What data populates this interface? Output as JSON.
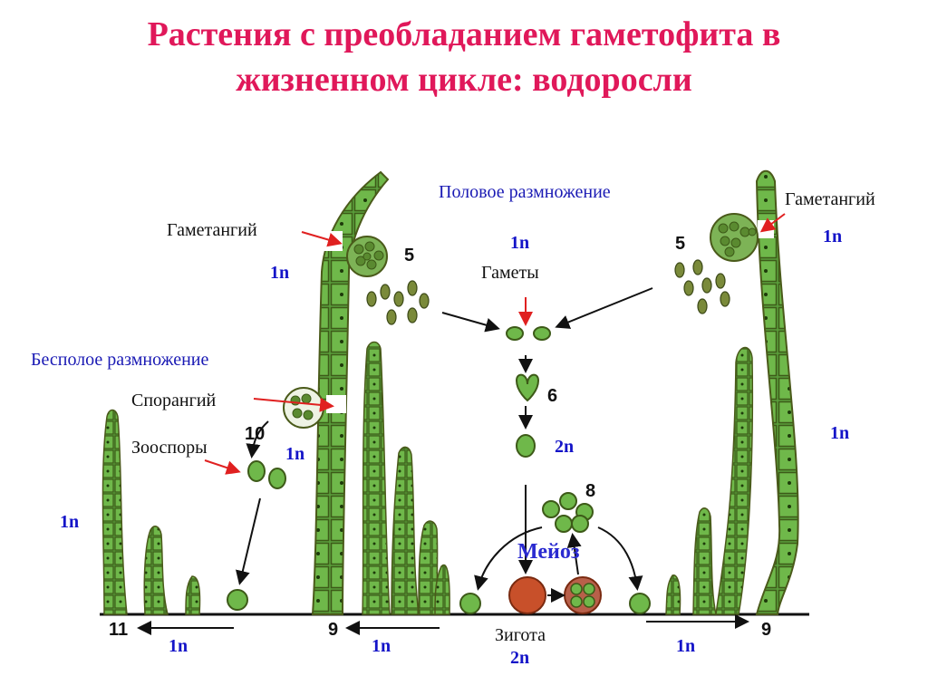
{
  "title": {
    "line1": "Растения с преобладанием гаметофита в",
    "line2": "жизненном цикле: водоросли",
    "color": "#e0185a"
  },
  "sections": {
    "sexual": "Половое размножение",
    "asexual": "Бесполое размножение"
  },
  "labels": {
    "gametangium_left": "Гаметангий",
    "gametangium_right": "Гаметангий",
    "gametes": "Гаметы",
    "sporangium": "Спорангий",
    "zoospores": "Зооспоры",
    "zygote": "Зигота",
    "meiosis": "Мейоз"
  },
  "ploidy": {
    "left_filament": "1n",
    "gametes": "1n",
    "right_top": "1n",
    "right_mid": "1n",
    "zoospores": "1n",
    "far_left": "1n",
    "zygote_2n": "2n",
    "zygote_bottom": "2n",
    "bottom_left": "1n",
    "bottom_mid": "1n",
    "bottom_right": "1n"
  },
  "stage_numbers": {
    "s5_left": "5",
    "s5_right": "5",
    "s6": "6",
    "s8": "8",
    "s10": "10",
    "s11": "11",
    "s9_left": "9",
    "s9_right": "9"
  },
  "colors": {
    "algae_fill": "#5a9a3a",
    "algae_outline": "#4a5a1a",
    "zygote": "#c8502a",
    "arrow_red": "#e02020",
    "ploidy_blue": "#1414c8"
  }
}
